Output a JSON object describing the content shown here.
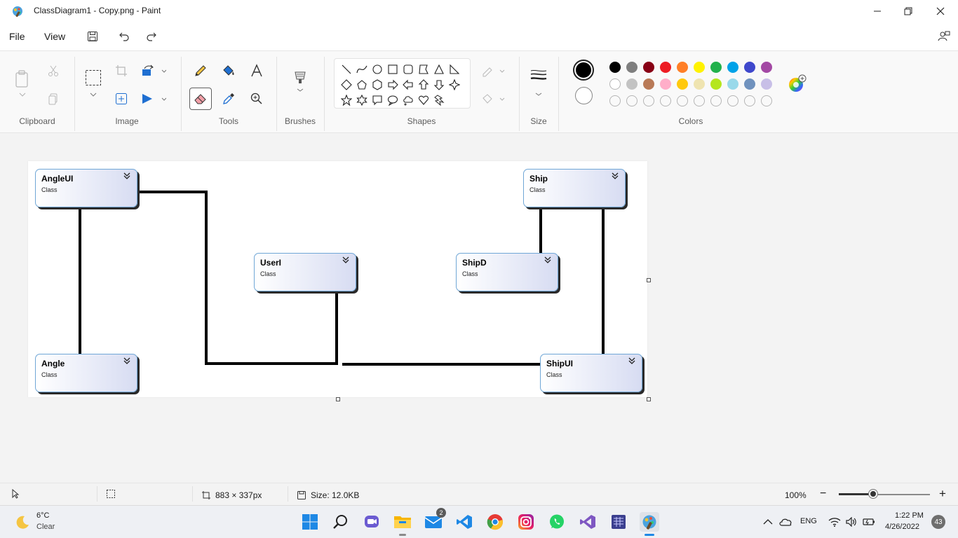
{
  "window": {
    "title": "ClassDiagram1 - Copy.png - Paint",
    "minimize_icon": "minimize-icon",
    "restore_icon": "restore-icon",
    "close_icon": "close-icon"
  },
  "menu": {
    "file": "File",
    "view": "View"
  },
  "ribbon": {
    "groups": {
      "clipboard": "Clipboard",
      "image": "Image",
      "tools": "Tools",
      "brushes": "Brushes",
      "shapes": "Shapes",
      "size": "Size",
      "colors": "Colors"
    },
    "selected_tool": "eraser"
  },
  "palette": {
    "primary": "#000000",
    "secondary": "#ffffff",
    "row1": [
      "#000000",
      "#7f7f7f",
      "#880015",
      "#ed1c24",
      "#ff7f27",
      "#fff200",
      "#22b14c",
      "#00a2e8",
      "#3f48cc",
      "#a349a4"
    ],
    "row2": [
      "#ffffff",
      "#c3c3c3",
      "#b97a57",
      "#ffaec9",
      "#ffc90e",
      "#efe4b0",
      "#b5e61d",
      "#99d9ea",
      "#7092be",
      "#c8bfe7"
    ]
  },
  "diagram": {
    "classes": [
      {
        "name": "AngleUI",
        "kind": "Class"
      },
      {
        "name": "Ship",
        "kind": "Class"
      },
      {
        "name": "UserI",
        "kind": "Class"
      },
      {
        "name": "ShipD",
        "kind": "Class"
      },
      {
        "name": "Angle",
        "kind": "Class"
      },
      {
        "name": "ShipUI",
        "kind": "Class"
      }
    ]
  },
  "status": {
    "canvas_size": "883 × 337px",
    "file_size": "Size: 12.0KB",
    "zoom": "100%",
    "zoom_level": 0.38
  },
  "taskbar": {
    "weather_temp": "6°C",
    "weather_desc": "Clear",
    "mail_badge": "2",
    "language": "ENG",
    "time": "1:22 PM",
    "date": "4/26/2022",
    "notification_count": "43"
  }
}
